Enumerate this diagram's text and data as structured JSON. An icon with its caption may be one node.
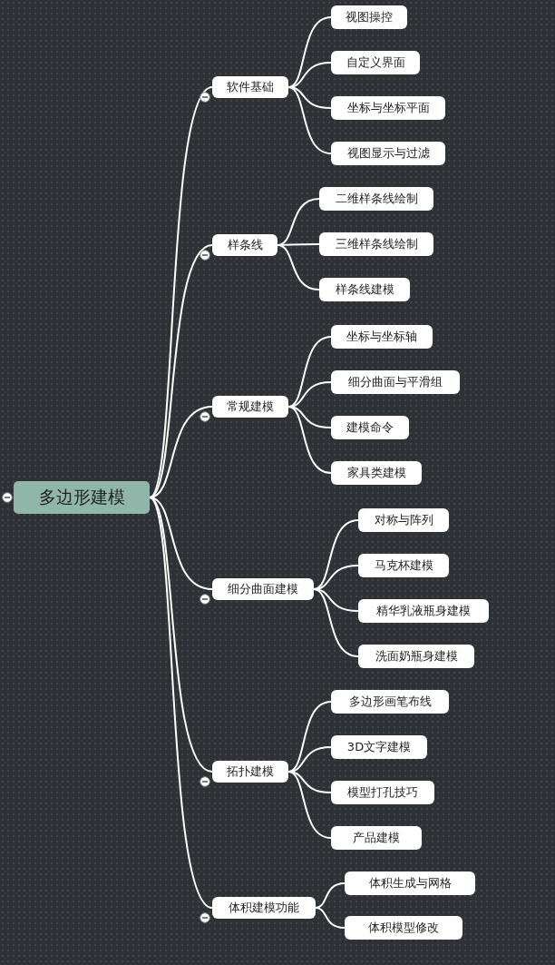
{
  "diagram": {
    "nodes": [
      {
        "text": [
          "多边形建模"
        ]
      },
      {
        "text": [
          "软件基础"
        ]
      },
      {
        "text": [
          "视图操控"
        ]
      },
      {
        "text": [
          "自定义界面"
        ]
      },
      {
        "text": [
          "坐标与坐标平面"
        ]
      },
      {
        "text": [
          "视图显示与过滤"
        ]
      },
      {
        "text": [
          "样条线"
        ]
      },
      {
        "text": [
          "二维样条线绘制"
        ]
      },
      {
        "text": [
          "三维样条线绘制"
        ]
      },
      {
        "text": [
          "样条线建模"
        ]
      },
      {
        "text": [
          "常规建模"
        ]
      },
      {
        "text": [
          "坐标与坐标轴"
        ]
      },
      {
        "text": [
          "细分曲面与平滑组"
        ]
      },
      {
        "text": [
          "建模命令"
        ]
      },
      {
        "text": [
          "家具类建模"
        ]
      },
      {
        "text": [
          "细分曲面建模"
        ]
      },
      {
        "text": [
          "对称与阵列"
        ]
      },
      {
        "text": [
          "马克杯建模"
        ]
      },
      {
        "text": [
          "精华乳液瓶身建模"
        ]
      },
      {
        "text": [
          "洗面奶瓶身建模"
        ]
      },
      {
        "text": [
          "拓扑建模"
        ]
      },
      {
        "text": [
          "多边形画笔布线"
        ]
      },
      {
        "text": [
          "3D文字建模"
        ]
      },
      {
        "text": [
          "模型打孔技巧"
        ]
      },
      {
        "text": [
          "产品建模"
        ]
      },
      {
        "text": [
          "体积建模功能"
        ]
      },
      {
        "text": [
          "体积生成与网格"
        ]
      },
      {
        "text": [
          "体积模型修改"
        ]
      }
    ],
    "edges": [
      {
        "from": 0,
        "to": 1,
        "arrow": "none"
      },
      {
        "from": 1,
        "to": 2,
        "arrow": "none"
      },
      {
        "from": 1,
        "to": 3,
        "arrow": "none"
      },
      {
        "from": 1,
        "to": 4,
        "arrow": "none"
      },
      {
        "from": 1,
        "to": 5,
        "arrow": "none"
      },
      {
        "from": 0,
        "to": 6,
        "arrow": "none"
      },
      {
        "from": 6,
        "to": 7,
        "arrow": "none"
      },
      {
        "from": 6,
        "to": 8,
        "arrow": "none"
      },
      {
        "from": 6,
        "to": 9,
        "arrow": "none"
      },
      {
        "from": 0,
        "to": 10,
        "arrow": "none"
      },
      {
        "from": 10,
        "to": 11,
        "arrow": "none"
      },
      {
        "from": 10,
        "to": 12,
        "arrow": "none"
      },
      {
        "from": 10,
        "to": 13,
        "arrow": "none"
      },
      {
        "from": 10,
        "to": 14,
        "arrow": "none"
      },
      {
        "from": 0,
        "to": 15,
        "arrow": "none"
      },
      {
        "from": 15,
        "to": 16,
        "arrow": "none"
      },
      {
        "from": 15,
        "to": 17,
        "arrow": "none"
      },
      {
        "from": 15,
        "to": 18,
        "arrow": "none"
      },
      {
        "from": 15,
        "to": 19,
        "arrow": "none"
      },
      {
        "from": 0,
        "to": 20,
        "arrow": "none"
      },
      {
        "from": 20,
        "to": 21,
        "arrow": "none"
      },
      {
        "from": 20,
        "to": 22,
        "arrow": "none"
      },
      {
        "from": 20,
        "to": 23,
        "arrow": "none"
      },
      {
        "from": 20,
        "to": 24,
        "arrow": "none"
      },
      {
        "from": 0,
        "to": 25,
        "arrow": "none"
      },
      {
        "from": 25,
        "to": 26,
        "arrow": "none"
      },
      {
        "from": 25,
        "to": 27,
        "arrow": "none"
      }
    ]
  }
}
